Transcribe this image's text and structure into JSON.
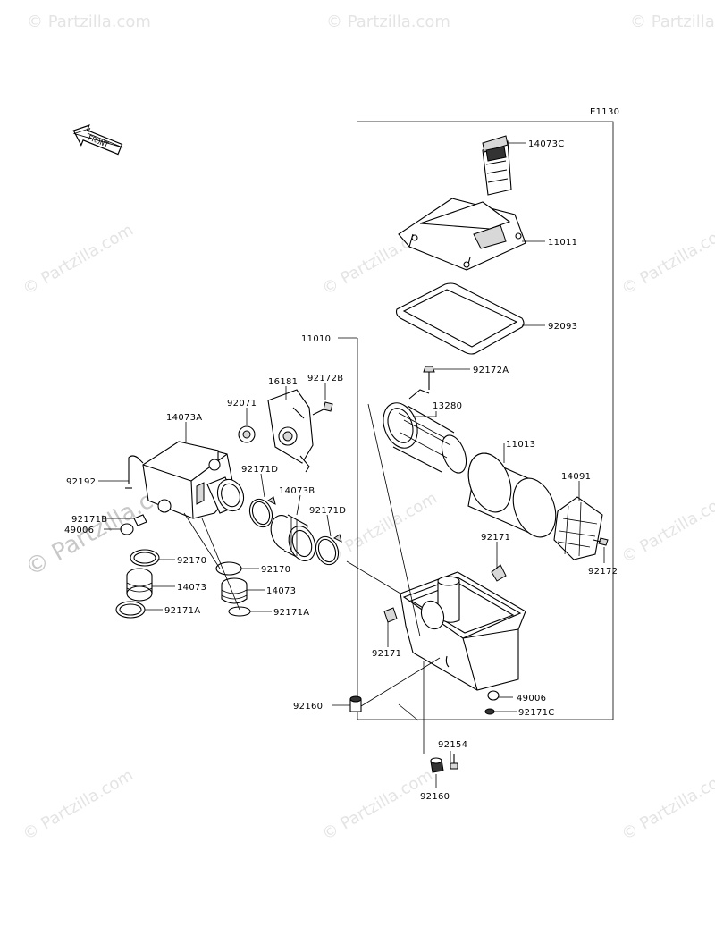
{
  "diagram": {
    "code": "E1130",
    "front_label": "FRONT",
    "watermark": "© Partzilla.com",
    "callouts": {
      "p14073C": "14073C",
      "p11011": "11011",
      "p92093": "92093",
      "p11010": "11010",
      "p92172A": "92172A",
      "p13280": "13280",
      "p11013": "11013",
      "p14091": "14091",
      "p92172": "92172",
      "p92171_r1": "92171",
      "p92171_r2": "92171",
      "p49006_r": "49006",
      "p92171C": "92171C",
      "p92160_l": "92160",
      "p92154": "92154",
      "p92160_b": "92160",
      "p16181": "16181",
      "p92172B": "92172B",
      "p92071": "92071",
      "p14073A": "14073A",
      "p92192": "92192",
      "p92171B": "92171B",
      "p49006_l": "49006",
      "p92171D_1": "92171D",
      "p14073B": "14073B",
      "p92171D_2": "92171D",
      "p92170_1": "92170",
      "p92170_2": "92170",
      "p14073_1": "14073",
      "p14073_2": "14073",
      "p92171A_1": "92171A",
      "p92171A_2": "92171A"
    }
  }
}
